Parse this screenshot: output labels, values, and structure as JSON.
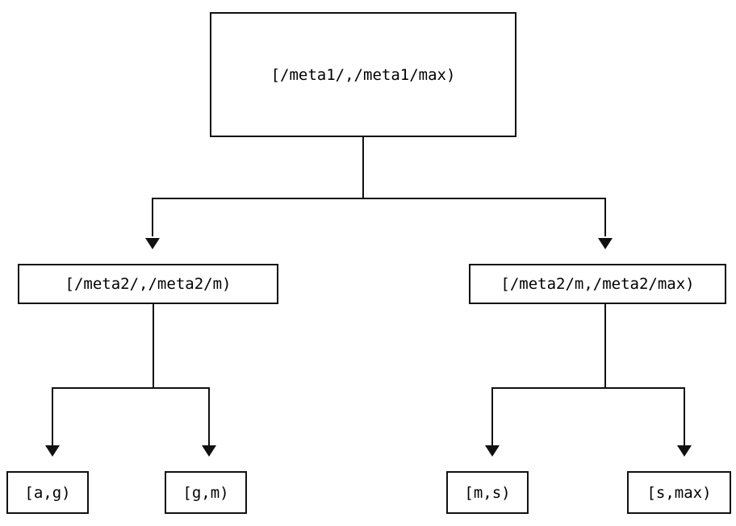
{
  "diagram": {
    "type": "tree",
    "description": "Key-range partition routing tree with interval nodes",
    "nodes": {
      "root": {
        "label": "[/meta1/,/meta1/max)"
      },
      "left": {
        "label": "[/meta2/,/meta2/m)"
      },
      "right": {
        "label": "[/meta2/m,/meta2/max)"
      },
      "leaf_ag": {
        "label": "[a,g)"
      },
      "leaf_gm": {
        "label": "[g,m)"
      },
      "leaf_ms": {
        "label": "[m,s)"
      },
      "leaf_smax": {
        "label": "[s,max)"
      }
    },
    "edges": [
      {
        "from": "root",
        "to": "left"
      },
      {
        "from": "root",
        "to": "right"
      },
      {
        "from": "left",
        "to": "leaf_ag"
      },
      {
        "from": "left",
        "to": "leaf_gm"
      },
      {
        "from": "right",
        "to": "leaf_ms"
      },
      {
        "from": "right",
        "to": "leaf_smax"
      }
    ],
    "colors": {
      "background": "#ffffff",
      "line": "#111111",
      "box_border": "#111111",
      "text": "#000000"
    }
  }
}
